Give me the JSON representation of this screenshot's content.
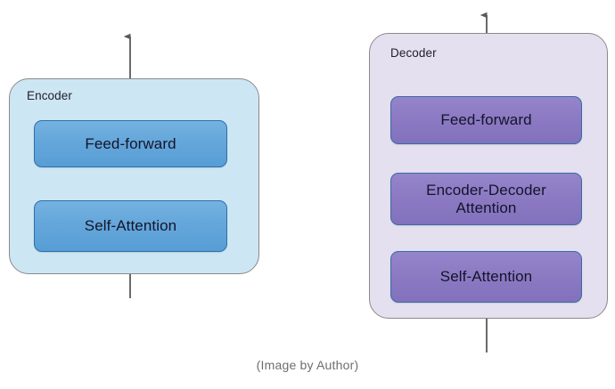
{
  "figure": {
    "caption": "(Image by Author)",
    "background_color": "#ffffff"
  },
  "encoder": {
    "label": "Encoder",
    "container_color": "#cde6f4",
    "border_color": "#8a8a8a",
    "block_color": "#64a6da",
    "blocks": [
      {
        "label": "Feed-forward"
      },
      {
        "label": "Self-Attention"
      }
    ]
  },
  "decoder": {
    "label": "Decoder",
    "container_color": "#e4e0ef",
    "border_color": "#8a8a8a",
    "block_color": "#8b79c2",
    "blocks": [
      {
        "label": "Feed-forward",
        "line1": "Feed-forward",
        "line2": ""
      },
      {
        "label": "Encoder-Decoder Attention",
        "line1": "Encoder-Decoder",
        "line2": "Attention"
      },
      {
        "label": "Self-Attention",
        "line1": "Self-Attention",
        "line2": ""
      }
    ]
  },
  "arrows": {
    "color": "#595959",
    "items": [
      {
        "name": "encoder-output-arrow",
        "direction": "up"
      },
      {
        "name": "encoder-internal-arrow",
        "direction": "up"
      },
      {
        "name": "encoder-input-arrow",
        "direction": "up"
      },
      {
        "name": "decoder-output-arrow",
        "direction": "up"
      },
      {
        "name": "decoder-internal-arrow-upper",
        "direction": "up"
      },
      {
        "name": "decoder-internal-arrow-lower",
        "direction": "up"
      },
      {
        "name": "decoder-input-arrow",
        "direction": "up"
      }
    ]
  }
}
